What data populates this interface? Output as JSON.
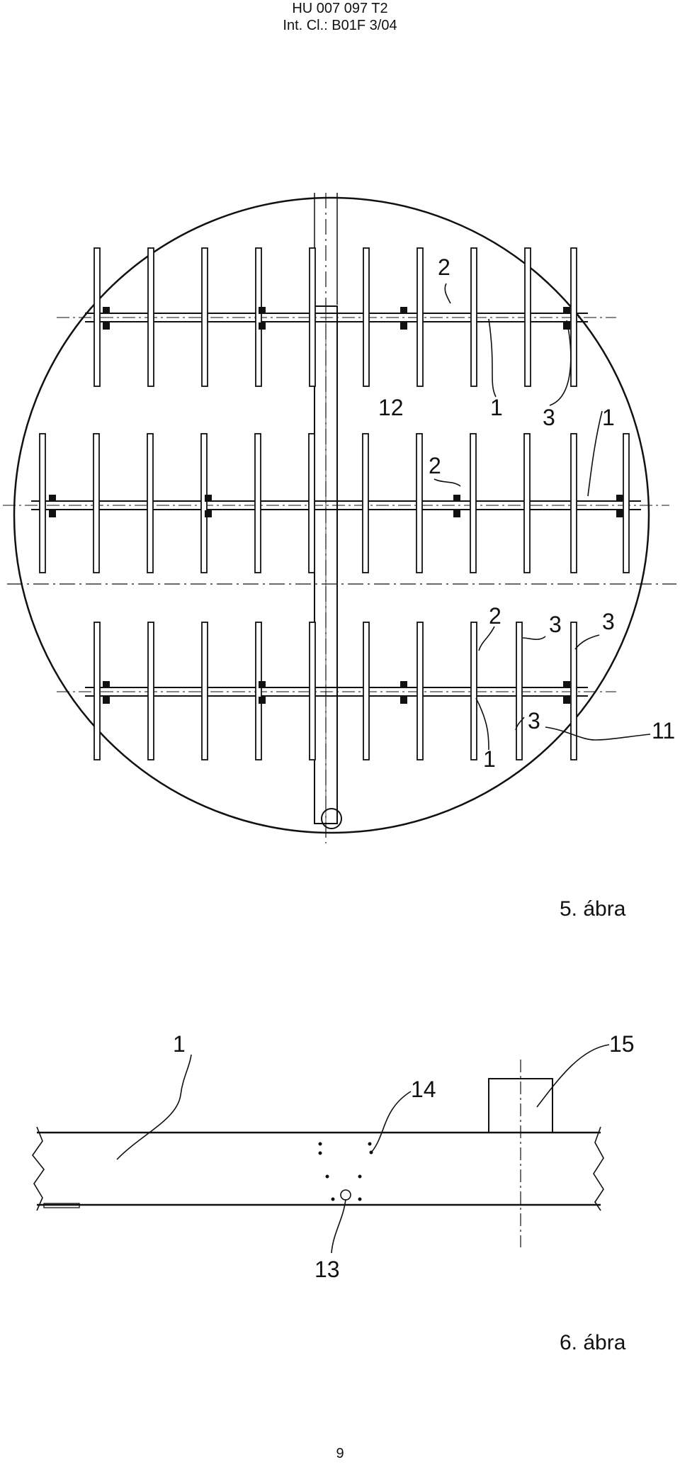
{
  "header": {
    "patent_number": "HU 007 097 T2",
    "classification": "Int. Cl.: B01F 3/04"
  },
  "figure5": {
    "caption": "5. ábra",
    "reference_labels": {
      "distributor_arm": "2",
      "pipe": "1",
      "branch": "3",
      "header_pipe": "12",
      "vessel": "11"
    }
  },
  "figure6": {
    "caption": "6. ábra",
    "reference_labels": {
      "pipe": "1",
      "holes": "14",
      "hole": "13",
      "fitting": "15"
    }
  },
  "footer": {
    "page_number": "9"
  }
}
